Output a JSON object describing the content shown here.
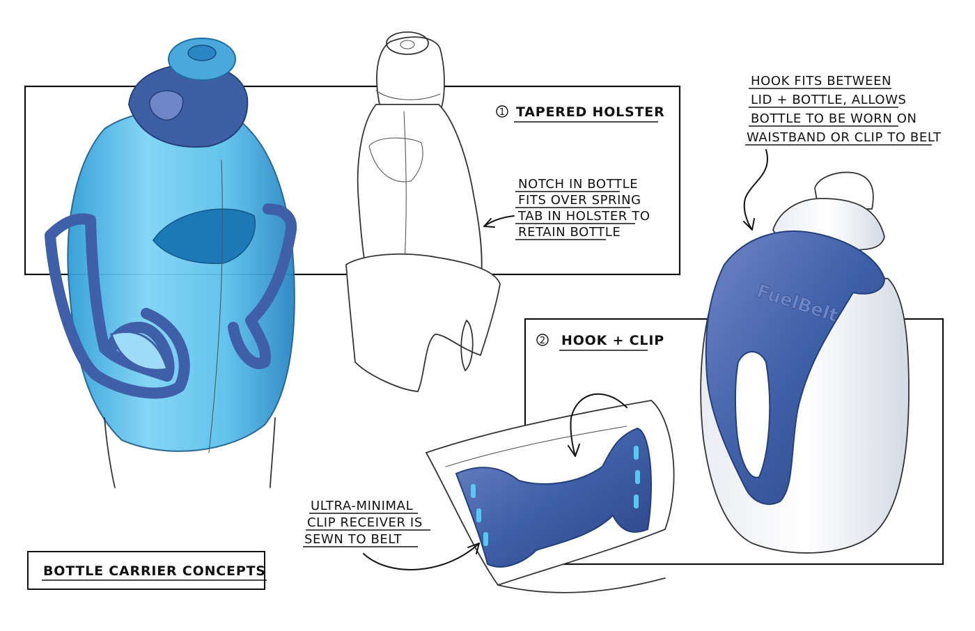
{
  "title": "BOTTLE CARRIER CONCEPTS",
  "concept1": {
    "number": "1",
    "heading": "TAPERED HOLSTER",
    "note_lines": [
      "NOTCH IN BOTTLE",
      "FITS OVER SPRING",
      "TAB IN HOLSTER TO",
      "RETAIN BOTTLE"
    ]
  },
  "concept2": {
    "number": "2",
    "heading": "HOOK + CLIP",
    "hook_note_lines": [
      "HOOK FITS BETWEEN",
      "LID + BOTTLE, ALLOWS",
      "BOTTLE TO BE WORN ON",
      "WAISTBAND OR CLIP TO BELT"
    ],
    "clip_note_lines": [
      "ULTRA-MINIMAL",
      "CLIP RECEIVER IS",
      "SEWN TO BELT"
    ],
    "brand_mark": "FuelBelt"
  },
  "colors": {
    "bottle_blue": "#5bc0ec",
    "holster_blue": "#3f5fa8",
    "cap_blue": "#4aa8dc",
    "ink": "#111111"
  }
}
